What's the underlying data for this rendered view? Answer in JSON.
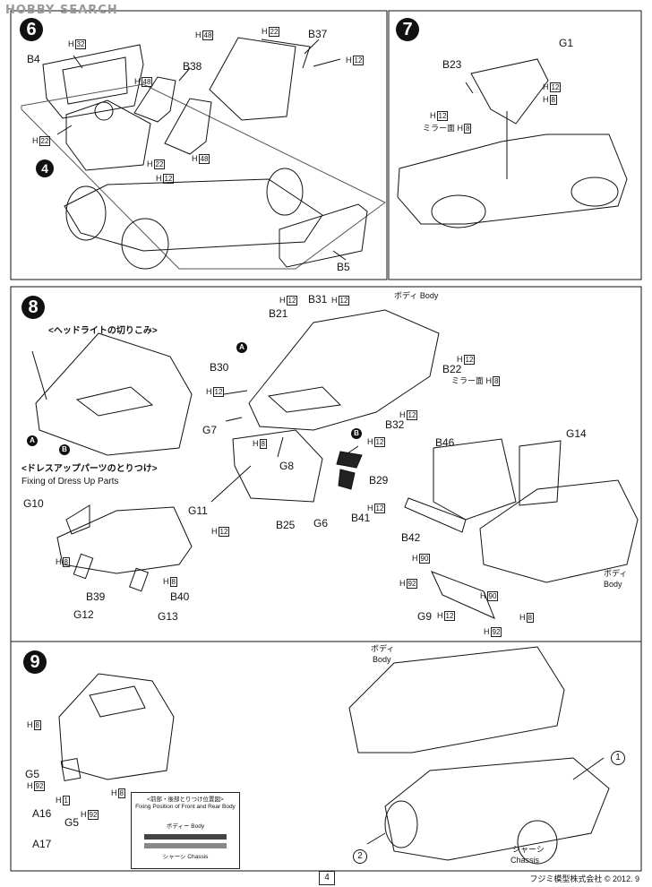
{
  "watermark": "HOBBY SEARCH",
  "steps": {
    "s6": "6",
    "s7": "7",
    "s8": "8",
    "s9": "9"
  },
  "step6": {
    "labels": {
      "b4": "B4",
      "b38": "B38",
      "b37": "B37",
      "b5": "B5"
    },
    "h_labels": {
      "h32": "32",
      "h48a": "48",
      "h22a": "22",
      "h12a": "12",
      "h48b": "48",
      "h22b": "22",
      "h22c": "22",
      "h48c": "48",
      "h12b": "12"
    },
    "h_prefix": "H",
    "part4": "4"
  },
  "step7": {
    "labels": {
      "b23": "B23",
      "g1": "G1"
    },
    "h_labels": {
      "h12a": "12",
      "h8a": "8",
      "h12b": "12",
      "h8b": "8"
    },
    "mirror_label": "ミラー面",
    "mirror_h": "8"
  },
  "step8": {
    "headlight_heading": "<ヘッドライトの切りこみ>",
    "dressup_heading_jp": "<ドレスアップパーツのとりつけ>",
    "dressup_heading_en": "Fixing of Dress Up Parts",
    "body_jp": "ボディ Body",
    "body_jp2": "ボディ",
    "body_en2": "Body",
    "labels": {
      "b21": "B21",
      "b31": "B31",
      "b30": "B30",
      "b22": "B22",
      "b32": "B32",
      "g7": "G7",
      "g8": "G8",
      "b29": "B29",
      "g6": "G6",
      "b41": "B41",
      "b25": "B25",
      "b46": "B46",
      "g14": "G14",
      "b42": "B42",
      "g9": "G9",
      "g10": "G10",
      "g11": "G11",
      "b39": "B39",
      "b40": "B40",
      "g12": "G12",
      "g13": "G13"
    },
    "h_labels": {
      "h12_b21": "12",
      "h12_b31": "12",
      "h12_b30": "12",
      "h12_b22": "12",
      "h8_b22": "8",
      "h12_b32": "12",
      "h8_g8": "8",
      "h12_b29": "12",
      "h12_b41": "12",
      "h12_b25": "12",
      "h90a": "90",
      "h92a": "92",
      "h90b": "90",
      "h12_g9": "12",
      "h8_g9": "8",
      "h92b": "92",
      "h8_b39": "8",
      "h8_b40": "8"
    },
    "mirror_label": "ミラー面",
    "letter_a": "A",
    "letter_b": "B"
  },
  "step9": {
    "body_jp": "ボディ",
    "body_en": "Body",
    "chassis_jp": "シャーシ",
    "chassis_en": "Chassis",
    "labels": {
      "g5a": "G5",
      "g5b": "G5",
      "a16": "A16",
      "a17": "A17"
    },
    "h_labels": {
      "h8a": "8",
      "h92a": "92",
      "h1": "1",
      "h92b": "92",
      "h8b": "8"
    },
    "num1": "1",
    "num2": "2",
    "inset": {
      "title_jp": "<前部・後部とりつけ位置図>",
      "title_en": "Fixing Position of Front and Rear Body",
      "body": "ボディー Body",
      "chassis": "シャーシ Chassis"
    }
  },
  "page_number": "4",
  "footer": "フジミ模型株式会社 © 2012. 9"
}
